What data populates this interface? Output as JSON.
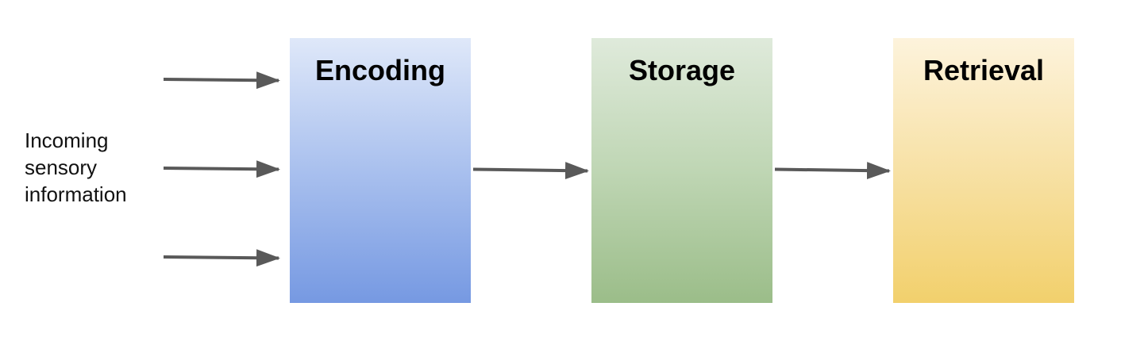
{
  "input": {
    "lines": [
      "Incoming",
      "sensory",
      "information"
    ]
  },
  "stages": [
    {
      "title": "Encoding",
      "color": "#7699e2"
    },
    {
      "title": "Storage",
      "color": "#9bbd89"
    },
    {
      "title": "Retrieval",
      "color": "#f2d06c"
    }
  ],
  "arrow_color": "#595959"
}
